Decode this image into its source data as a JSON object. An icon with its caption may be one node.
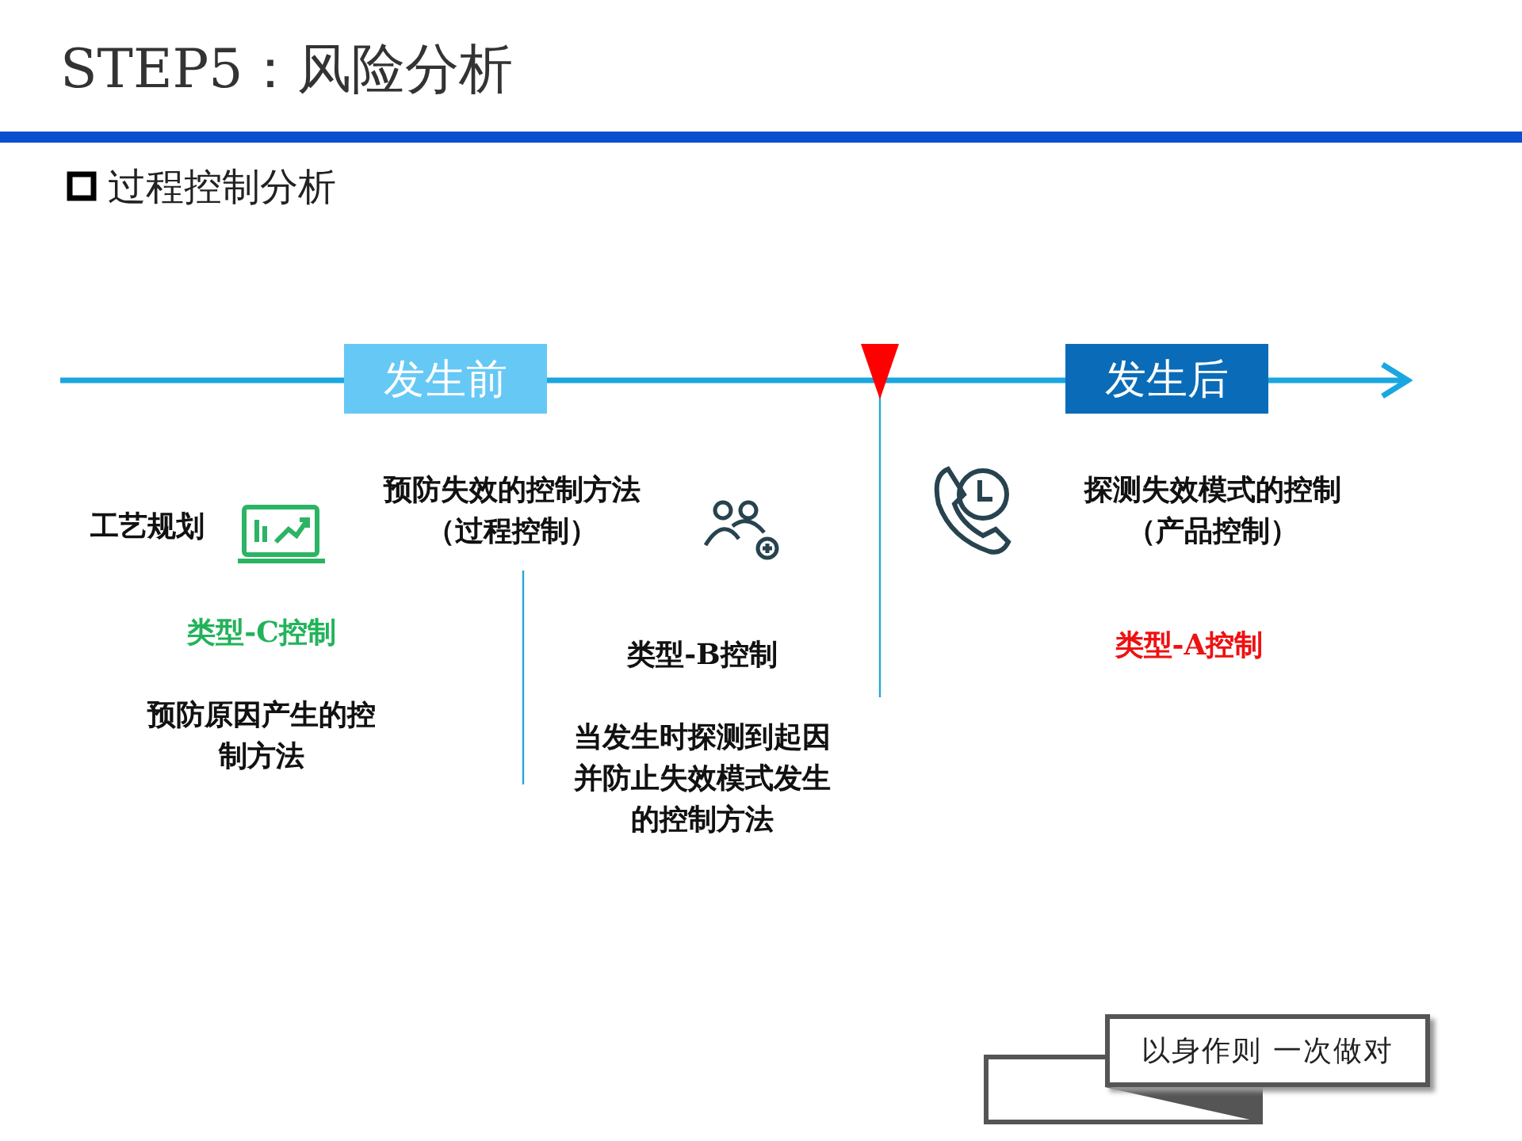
{
  "diagram": {
    "title": "STEP5：风险分析",
    "nodes": [
      {
        "text": [
          "发生前"
        ]
      },
      {
        "text": [
          "发生后"
        ]
      },
      {
        "text": [
          "以身作则 一次做对"
        ]
      }
    ],
    "edges": [],
    "labels": [
      "过程控制分析",
      "工艺规划",
      "预防失效的控制方法（过程控制）",
      "探测失效模式的控制（产品控制）",
      "类型-C控制",
      "类型-B控制",
      "类型-A控制",
      "预防原因产生的控制方法",
      "当发生时探测到起因并防止失效模式发生的控制方法"
    ]
  }
}
